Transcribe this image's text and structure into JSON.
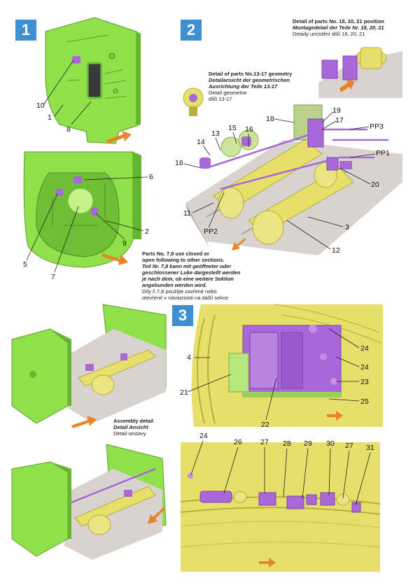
{
  "steps": [
    "1",
    "2",
    "3"
  ],
  "colors": {
    "badge": "#3d8fd0",
    "green": "#8fe04a",
    "green_dark": "#66b532",
    "yellow": "#e6e06a",
    "yellow_dark": "#b8ad3e",
    "purple": "#a868d8",
    "purple_dark": "#7f45b0",
    "arrow": "#e8832a",
    "grey": "#d8d3cf"
  },
  "captions": {
    "detail_18_21": {
      "en": "Detail of parts No. 18, 20, 21 position",
      "de": "Montagedetail der Teile Nr. 18, 20, 21",
      "cz": "Detaily umístění dílů 18, 20, 21"
    },
    "detail_13_17": {
      "en": "Detail of parts No.13-17 geometry",
      "de1": "Detailansicht der geometrischen",
      "de2": "Ausrichtung der Teile 13-17",
      "cz1": "Detail geometrie",
      "cz2": "dílů 13-17"
    },
    "parts_78": {
      "en1": "Parts No. 7,8 use closed or",
      "en2": "open following to other sections.",
      "de1": "Teil Nr. 7,8 kann mit geöffneter oder",
      "de2": "geschlossener Luke dargestellt werden",
      "de3": "je nach dem, ob eine weitere Sektion",
      "de4": "angebunden werden wird.",
      "cz1": "Díly č.7,8 použijte zavřené nebo",
      "cz2": "otevřené v návaznosti na další sekce"
    },
    "assembly": {
      "en": "Assembly detail",
      "de": "Detail Ansicht",
      "cz": "Detail sestavy"
    }
  },
  "part_numbers": {
    "s1a": [
      "10",
      "1",
      "8"
    ],
    "s1b": [
      "6",
      "2",
      "9",
      "5",
      "7"
    ],
    "s2": [
      "13",
      "15",
      "16",
      "14",
      "16",
      "18",
      "19",
      "17",
      "PP3",
      "PP1",
      "20",
      "11",
      "PP2",
      "3",
      "12"
    ],
    "s3a": [
      "24",
      "4",
      "24",
      "23",
      "21",
      "25",
      "22"
    ],
    "s3b": [
      "24",
      "26",
      "27",
      "28",
      "29",
      "30",
      "27",
      "31"
    ]
  }
}
